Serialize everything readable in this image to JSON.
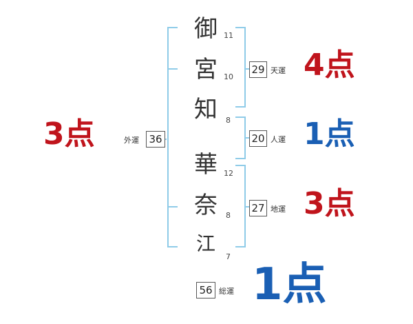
{
  "name": {
    "chars": [
      {
        "char": "御",
        "strokes": "11"
      },
      {
        "char": "宮",
        "strokes": "10"
      },
      {
        "char": "知",
        "strokes": "8"
      },
      {
        "char": "華",
        "strokes": "12"
      },
      {
        "char": "奈",
        "strokes": "8"
      },
      {
        "char": "江",
        "strokes": "7"
      }
    ]
  },
  "fortunes": {
    "gaiun": {
      "label": "外運",
      "value": "36",
      "score": "3点"
    },
    "tenun": {
      "label": "天運",
      "value": "29",
      "score": "4点"
    },
    "jinun": {
      "label": "人運",
      "value": "20",
      "score": "1点"
    },
    "chiun": {
      "label": "地運",
      "value": "27",
      "score": "3点"
    },
    "souun": {
      "label": "総運",
      "value": "56",
      "score": "1点"
    }
  },
  "colors": {
    "bracket": "#8ecbe8",
    "score_red": "#c0141c",
    "score_blue": "#1a5fb4"
  }
}
